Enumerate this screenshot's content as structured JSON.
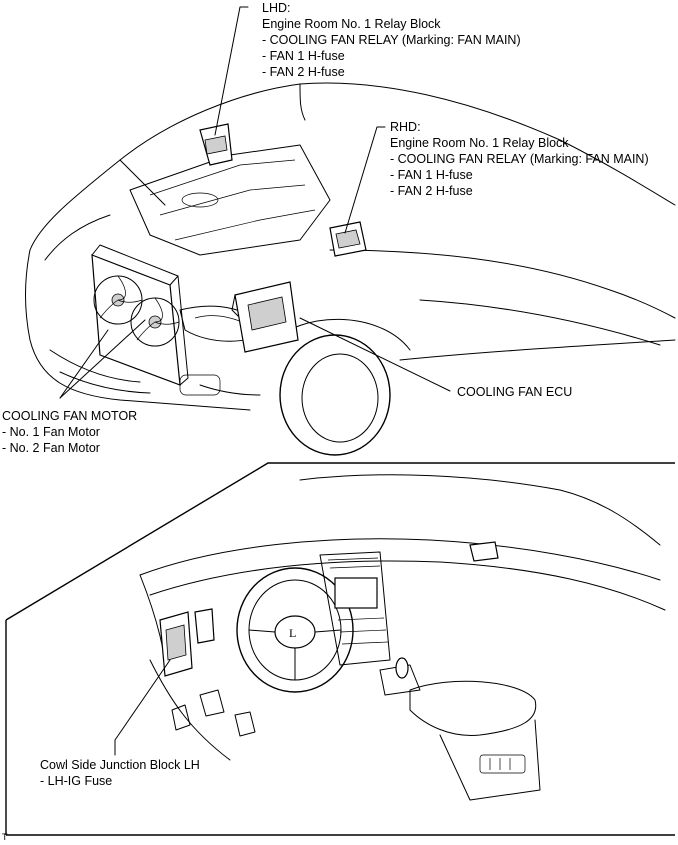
{
  "callouts": {
    "lhd": {
      "title": "LHD:",
      "lines": [
        "Engine Room No. 1 Relay Block",
        "- COOLING FAN RELAY (Marking: FAN MAIN)",
        "- FAN 1 H-fuse",
        "- FAN 2 H-fuse"
      ]
    },
    "rhd": {
      "title": "RHD:",
      "lines": [
        "Engine Room No. 1 Relay Block",
        "- COOLING FAN RELAY (Marking: FAN MAIN)",
        "- FAN 1 H-fuse",
        "- FAN 2 H-fuse"
      ]
    },
    "ecu": {
      "title": "COOLING FAN ECU"
    },
    "motor": {
      "title": "COOLING FAN MOTOR",
      "lines": [
        "- No. 1 Fan Motor",
        "- No. 2 Fan Motor"
      ]
    },
    "cowl": {
      "title": "Cowl Side Junction Block LH",
      "lines": [
        "- LH-IG Fuse"
      ]
    }
  },
  "corner_mark": "T"
}
